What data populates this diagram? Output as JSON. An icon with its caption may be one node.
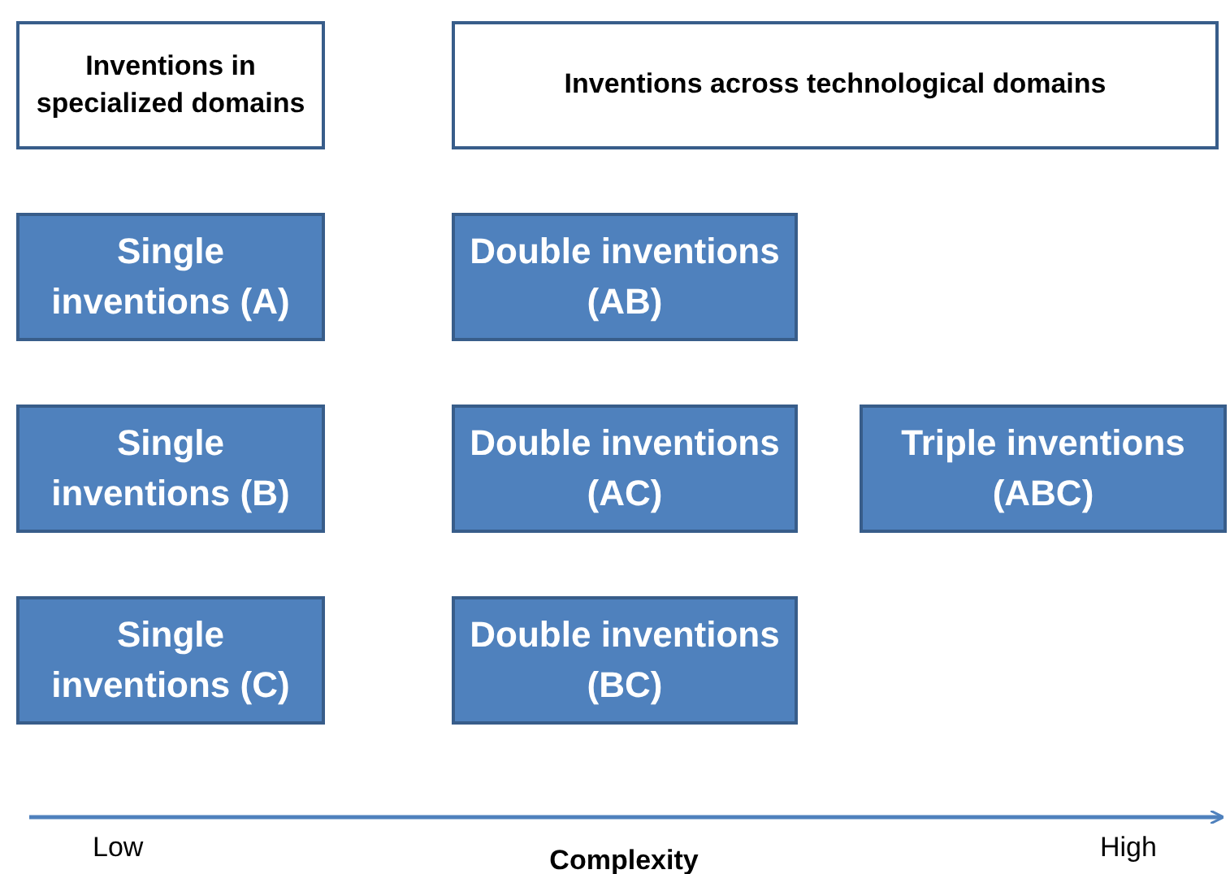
{
  "diagram": {
    "nodes": [
      {
        "text": [
          "Inventions in specialized domains"
        ]
      },
      {
        "text": [
          "Inventions across technological domains"
        ]
      },
      {
        "text": [
          "Single inventions (A)"
        ]
      },
      {
        "text": [
          "Double inventions (AB)"
        ]
      },
      {
        "text": [
          "Single inventions (B)"
        ]
      },
      {
        "text": [
          "Double inventions (AC)"
        ]
      },
      {
        "text": [
          "Triple inventions (ABC)"
        ]
      },
      {
        "text": [
          "Single inventions (C)"
        ]
      },
      {
        "text": [
          "Double inventions (BC)"
        ]
      }
    ],
    "edges": [],
    "labels": [
      "Low",
      "Complexity",
      "High"
    ]
  }
}
